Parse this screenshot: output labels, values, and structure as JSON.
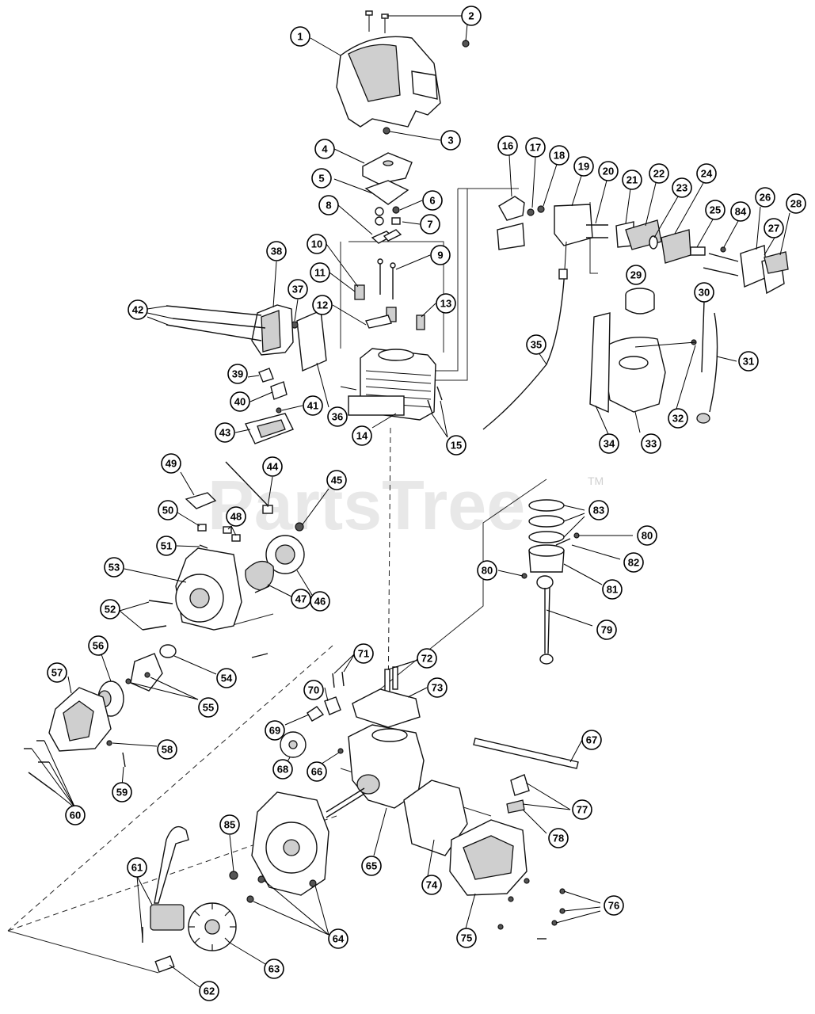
{
  "diagram": {
    "watermark": "PartsTree",
    "trademark": "TM",
    "callouts": [
      "1",
      "2",
      "3",
      "4",
      "5",
      "6",
      "7",
      "8",
      "9",
      "10",
      "11",
      "12",
      "13",
      "14",
      "15",
      "16",
      "17",
      "18",
      "19",
      "20",
      "21",
      "22",
      "23",
      "24",
      "25",
      "26",
      "27",
      "28",
      "29",
      "30",
      "31",
      "32",
      "33",
      "34",
      "35",
      "36",
      "37",
      "38",
      "39",
      "40",
      "41",
      "42",
      "43",
      "44",
      "45",
      "46",
      "47",
      "48",
      "49",
      "50",
      "51",
      "52",
      "53",
      "54",
      "55",
      "56",
      "57",
      "58",
      "59",
      "60",
      "61",
      "62",
      "63",
      "64",
      "65",
      "66",
      "67",
      "68",
      "69",
      "70",
      "71",
      "72",
      "73",
      "74",
      "75",
      "76",
      "77",
      "78",
      "79",
      "80",
      "80",
      "81",
      "82",
      "83",
      "84",
      "85"
    ]
  }
}
